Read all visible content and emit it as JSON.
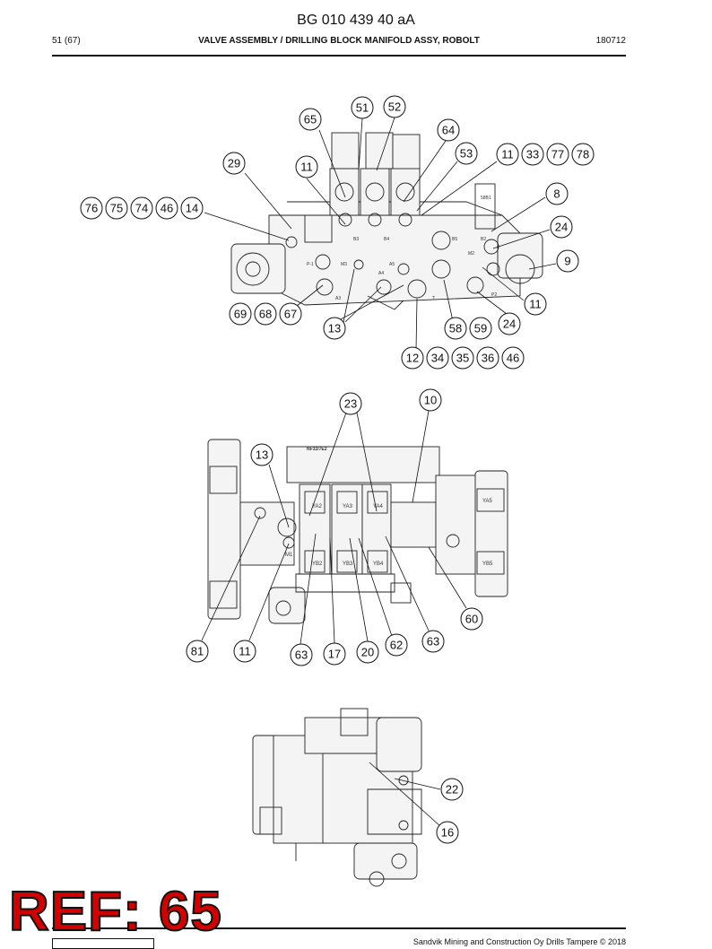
{
  "header": {
    "doc_code": "BG 010 439 40 aA",
    "page": "51 (67)",
    "title": "VALVE ASSEMBLY / DRILLING BLOCK MANIFOLD ASSY, ROBOLT",
    "date": "180712"
  },
  "footer": {
    "copyright": "Sandvik Mining and Construction Oy Drills Tampere © 2018"
  },
  "stamp": {
    "text": "REF: 65",
    "color": "#d40000"
  },
  "view1_callouts": [
    "51",
    "52",
    "65",
    "64",
    "53",
    "11",
    "33",
    "77",
    "78",
    "29",
    "11",
    "8",
    "76",
    "75",
    "74",
    "46",
    "14",
    "24",
    "9",
    "11",
    "69",
    "68",
    "67",
    "13",
    "58",
    "59",
    "24",
    "12",
    "34",
    "35",
    "36",
    "46"
  ],
  "view2_callouts": [
    "23",
    "10",
    "13",
    "60",
    "81",
    "11",
    "63",
    "17",
    "20",
    "62",
    "63"
  ],
  "view3_callouts": [
    "22",
    "16"
  ],
  "part_markings": {
    "label_58b1": "58B1",
    "label_p1": "P-1",
    "label_m3": "M3",
    "label_b3": "B3",
    "label_b4": "B4",
    "label_b5": "B5",
    "label_b2": "B2",
    "label_a4": "A4",
    "label_a5": "A5",
    "label_a3": "A3",
    "label_m2": "M2",
    "label_m1": "M1",
    "label_p2": "P2",
    "label_t": "T",
    "label_ya2": "YA2",
    "label_yb2": "YB2",
    "label_yb3": "YB3",
    "label_ya3": "YA3",
    "label_ya4": "YA4",
    "label_yb4": "YB4",
    "label_ya5": "YA5",
    "label_yb5": "YB5",
    "label_nr": "NF32/7E2"
  }
}
